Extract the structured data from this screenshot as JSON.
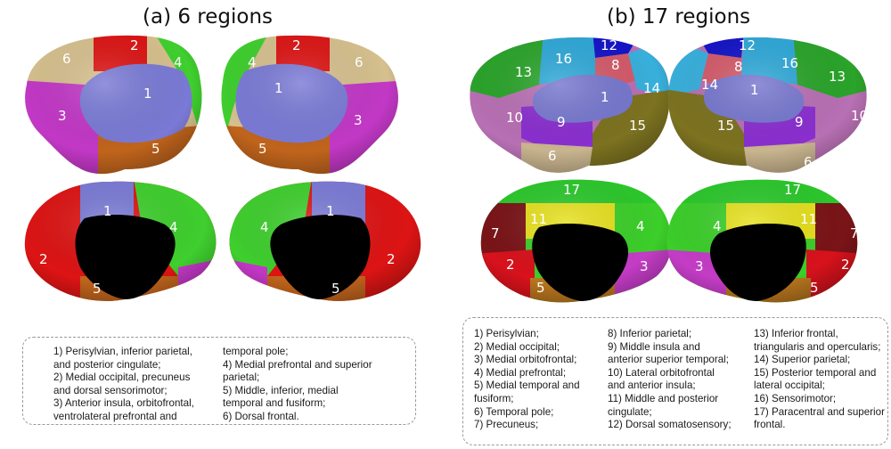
{
  "panel_a": {
    "title": "(a) 6 regions",
    "colors": {
      "1": "#7a7ad6",
      "2": "#dd1414",
      "3": "#c238c6",
      "4": "#3fcf2e",
      "5": "#c0641c",
      "6": "#d6c08e"
    },
    "lateral_left_labels": [
      "6",
      "2",
      "4",
      "1",
      "3",
      "5"
    ],
    "lateral_right_labels": [
      "4",
      "2",
      "6",
      "1",
      "3",
      "5"
    ],
    "medial_left_labels": [
      "1",
      "4",
      "2",
      "5"
    ],
    "medial_right_labels": [
      "4",
      "1",
      "2",
      "5"
    ],
    "legend_col1": [
      "1) Perisylvian, inferior parietal,",
      "and posterior cingulate;",
      "2) Medial occipital, precuneus",
      "and dorsal sensorimotor;",
      "3) Anterior insula, orbitofrontal,",
      "ventrolateral prefrontal and"
    ],
    "legend_col2": [
      "temporal pole;",
      "4) Medial prefrontal and superior",
      "parietal;",
      "5) Middle, inferior, medial",
      "temporal and fusiform;",
      "6) Dorsal frontal."
    ]
  },
  "panel_b": {
    "title": "(b) 17 regions",
    "colors": {
      "1": "#7777cf",
      "2": "#d8121c",
      "3": "#c43cc6",
      "4": "#3ccf2a",
      "5": "#b8761e",
      "6": "#c8b48e",
      "7": "#7a1418",
      "8": "#d45a6a",
      "9": "#8a2fd0",
      "10": "#b870b4",
      "11": "#e6e01c",
      "12": "#1414c8",
      "13": "#2aa42a",
      "14": "#38b0dc",
      "15": "#7c7220",
      "16": "#2ea8d8",
      "17": "#2cc82c"
    },
    "lateral_left_labels": [
      "12",
      "16",
      "8",
      "13",
      "14",
      "1",
      "10",
      "9",
      "15",
      "6"
    ],
    "lateral_right_labels": [
      "12",
      "8",
      "16",
      "13",
      "14",
      "1",
      "15",
      "9",
      "10",
      "6"
    ],
    "medial_left_labels": [
      "17",
      "11",
      "7",
      "4",
      "2",
      "3",
      "5"
    ],
    "medial_right_labels": [
      "17",
      "11",
      "4",
      "7",
      "3",
      "2",
      "5"
    ],
    "legend_col1": [
      "1) Perisylvian;",
      "2) Medial occipital;",
      "3) Medial orbitofrontal;",
      "4) Medial prefrontal;",
      "5) Medial temporal and",
      "fusiform;",
      "6) Temporal pole;",
      "7) Precuneus;"
    ],
    "legend_col2": [
      "8) Inferior parietal;",
      "9) Middle insula and",
      "anterior superior temporal;",
      "10) Lateral orbitofrontal",
      "and anterior insula;",
      "11) Middle and posterior",
      "cingulate;",
      "12) Dorsal somatosensory;"
    ],
    "legend_col3": [
      "13) Inferior frontal,",
      "triangularis and opercularis;",
      "14) Superior parietal;",
      "15) Posterior temporal and",
      "lateral occipital;",
      "16) Sensorimotor;",
      "17) Paracentral and superior",
      "frontal."
    ]
  }
}
